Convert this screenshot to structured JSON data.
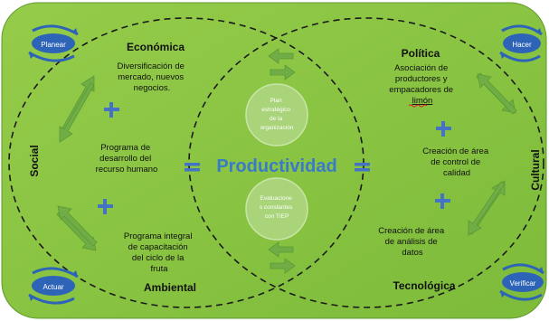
{
  "colors": {
    "background": "#8CC63F",
    "background_dark": "#6DA536",
    "inner_circle": "#A9D479",
    "arrow_green": "#70AD47",
    "plus_blue": "#4472C4",
    "cycle_blue": "#2E64B8",
    "center_text": "#3A7BC8",
    "text": "#111111",
    "inner_text": "#ffffff"
  },
  "cycle": {
    "planear": "Planear",
    "hacer": "Hacer",
    "actuar": "Actuar",
    "verificar": "Verificar"
  },
  "dimensions": {
    "economica": "Económica",
    "politica": "Política",
    "social": "Social",
    "cultural": "Cultural",
    "ambiental": "Ambiental",
    "tecnologica": "Tecnológica"
  },
  "left": {
    "diversificacion": [
      "Diversificación de",
      "mercado, nuevos",
      "negocios."
    ],
    "programa_desarrollo": [
      "Programa de",
      "desarrollo del",
      "recurso humano"
    ],
    "programa_integral": [
      "Programa integral",
      "de capacitación",
      "del ciclo de la",
      "fruta"
    ]
  },
  "right": {
    "asociacion": [
      "Asociación de",
      "productores y",
      "empacadores de",
      "limón"
    ],
    "creacion_control": [
      "Creación de área",
      "de control de",
      "calidad"
    ],
    "creacion_analisis": [
      "Creación de área",
      "de análisis de",
      "datos"
    ]
  },
  "center": {
    "title": "Productividad",
    "plan": [
      "Plan",
      "estratégico",
      "de la",
      "organización"
    ],
    "evaluacion": [
      "Evaluacione",
      "s constantes",
      "con TIEP"
    ],
    "plus": "+",
    "equals": "="
  }
}
